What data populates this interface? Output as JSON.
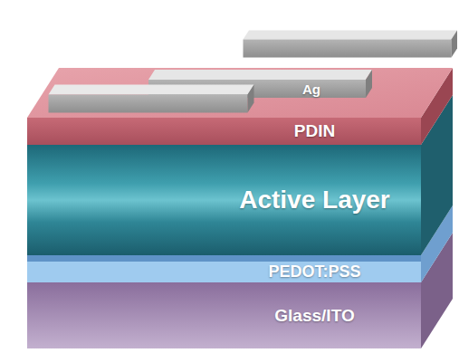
{
  "diagram": {
    "nodes": [
      {
        "text": [
          "Ag"
        ]
      },
      {
        "text": [
          "PDIN"
        ]
      },
      {
        "text": [
          "Active Layer"
        ]
      },
      {
        "text": [
          "PEDOT:PSS"
        ]
      },
      {
        "text": [
          "Glass/ITO"
        ]
      }
    ]
  }
}
